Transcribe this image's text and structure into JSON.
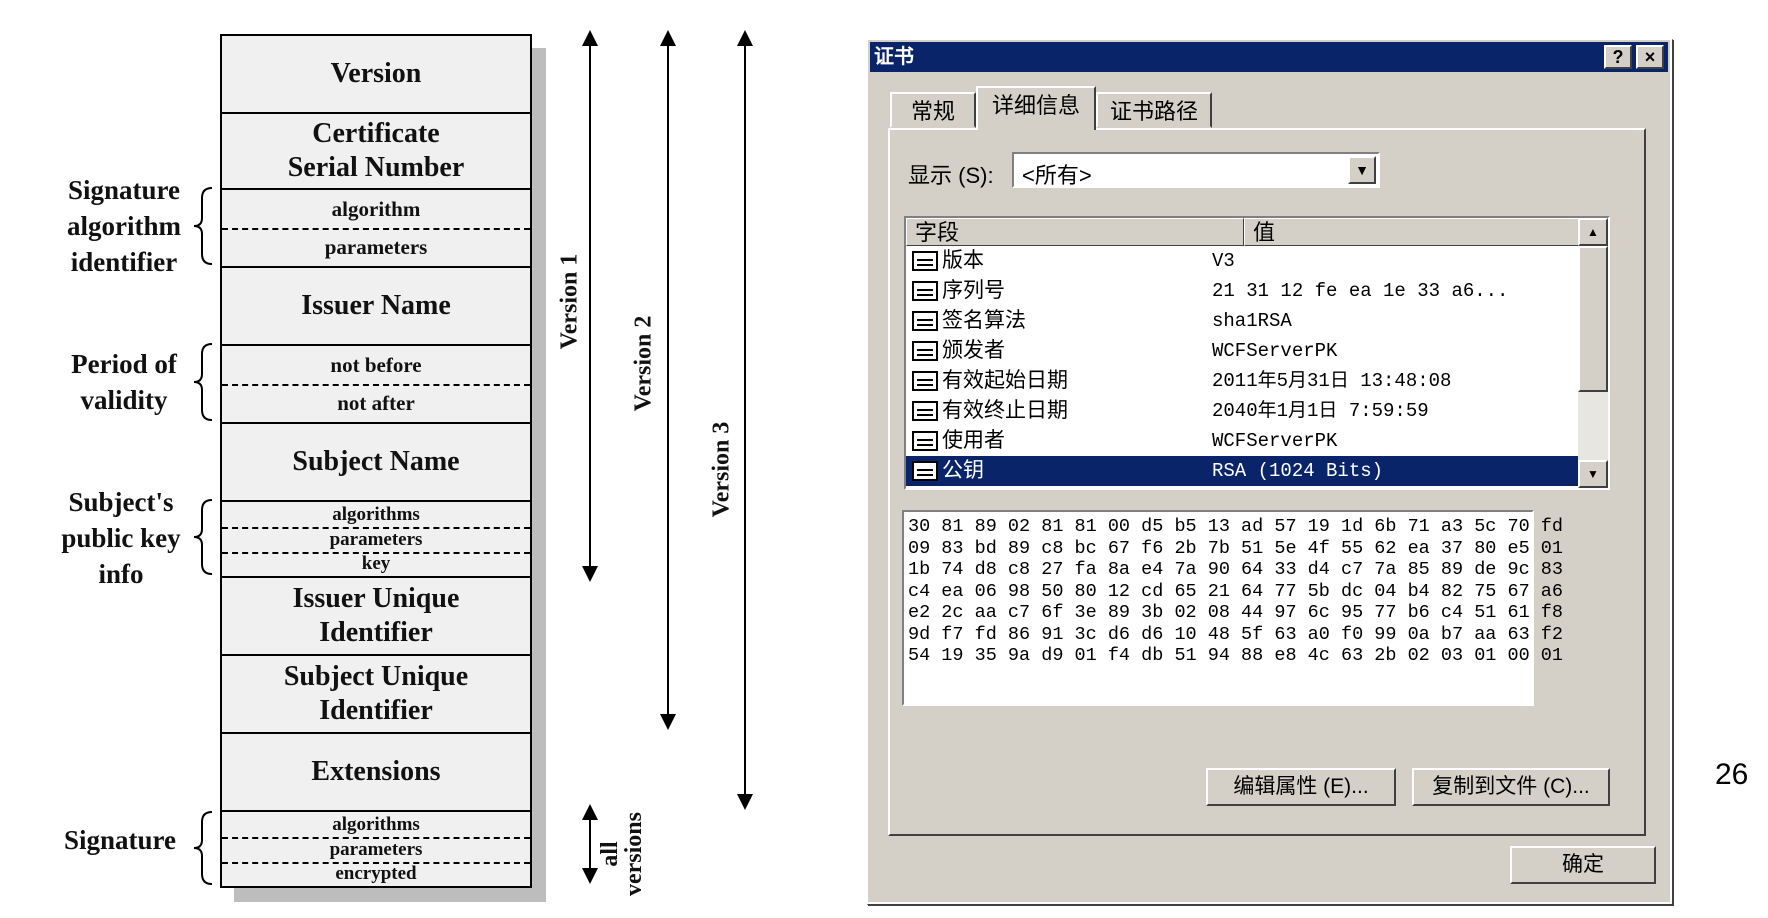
{
  "diagram": {
    "fields": {
      "version": "Version",
      "serial": [
        "Certificate",
        "Serial Number"
      ],
      "sig_algorithm": "algorithm",
      "sig_parameters": "parameters",
      "issuer_name": "Issuer Name",
      "not_before": "not before",
      "not_after": "not after",
      "subject_name": "Subject Name",
      "pk_algorithms": "algorithms",
      "pk_parameters": "parameters",
      "pk_key": "key",
      "issuer_uid": [
        "Issuer Unique",
        "Identifier"
      ],
      "subject_uid": [
        "Subject Unique",
        "Identifier"
      ],
      "extensions": "Extensions",
      "s_algorithms": "algorithms",
      "s_parameters": "parameters",
      "s_encrypted": "encrypted"
    },
    "side_labels": {
      "sig_alg_id": [
        "Signature",
        "algorithm",
        "identifier"
      ],
      "validity": [
        "Period of",
        "validity"
      ],
      "pubkey": [
        "Subject's",
        "public key",
        "info"
      ],
      "signature": "Signature"
    },
    "versions": {
      "v1": "Version 1",
      "v2": "Version 2",
      "v3": "Version 3",
      "all": [
        "all",
        "versions"
      ]
    }
  },
  "dialog": {
    "title": "证书",
    "help_btn": "?",
    "close_btn": "×",
    "tabs": [
      "常规",
      "详细信息",
      "证书路径"
    ],
    "show_label": "显示 (S):",
    "show_value": "<所有>",
    "columns": {
      "field": "字段",
      "value": "值"
    },
    "rows": [
      {
        "field": "版本",
        "value": "V3"
      },
      {
        "field": "序列号",
        "value": "21 31 12 fe ea 1e 33 a6..."
      },
      {
        "field": "签名算法",
        "value": "sha1RSA"
      },
      {
        "field": "颁发者",
        "value": "WCFServerPK"
      },
      {
        "field": "有效起始日期",
        "value": "2011年5月31日 13:48:08"
      },
      {
        "field": "有效终止日期",
        "value": "2040年1月1日 7:59:59"
      },
      {
        "field": "使用者",
        "value": "WCFServerPK"
      },
      {
        "field": "公钥",
        "value": "RSA (1024 Bits)"
      }
    ],
    "hex_lines": [
      "30 81 89 02 81 81 00 d5 b5 13 ad 57 19 1d 6b 71 a3 5c 70 fd",
      "09 83 bd 89 c8 bc 67 f6 2b 7b 51 5e 4f 55 62 ea 37 80 e5 01",
      "1b 74 d8 c8 27 fa 8a e4 7a 90 64 33 d4 c7 7a 85 89 de 9c 83",
      "c4 ea 06 98 50 80 12 cd 65 21 64 77 5b dc 04 b4 82 75 67 a6",
      "e2 2c aa c7 6f 3e 89 3b 02 08 44 97 6c 95 77 b6 c4 51 61 f8",
      "9d f7 fd 86 91 3c d6 d6 10 48 5f 63 a0 f0 99 0a b7 aa 63 f2",
      "54 19 35 9a d9 01 f4 db 51 94 88 e8 4c 63 2b 02 03 01 00 01"
    ],
    "edit_btn": "编辑属性 (E)...",
    "copy_btn": "复制到文件 (C)...",
    "ok_btn": "确定"
  },
  "page_number": "26"
}
